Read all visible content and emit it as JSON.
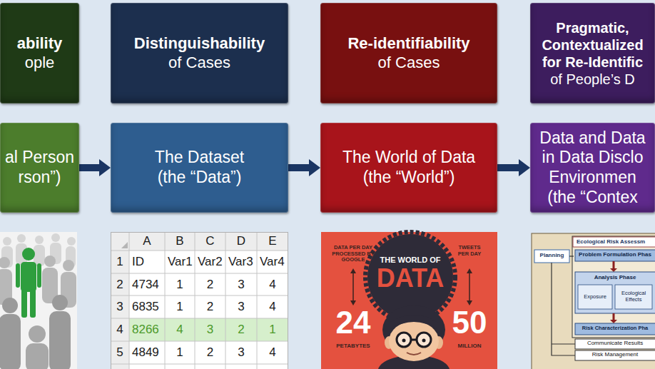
{
  "diagram": {
    "nodes": [
      {
        "text": [
          "ability",
          "ople"
        ]
      },
      {
        "text": [
          "Distinguishability",
          "of Cases"
        ]
      },
      {
        "text": [
          "Re-identifiability",
          "of Cases"
        ]
      },
      {
        "text": [
          "Pragmatic, Contextualized for Re-Identific",
          "of People’s D"
        ]
      },
      {
        "text": [
          "al Person rson”)"
        ]
      },
      {
        "text": [
          "The Dataset (the “Data”)"
        ]
      },
      {
        "text": [
          "The World of Data (the “World”)"
        ]
      },
      {
        "text": [
          "Data and Data in Data Disclo Environmen (the “Contex"
        ]
      }
    ],
    "edges": [
      {
        "from": 4,
        "to": 5,
        "arrow": "to"
      },
      {
        "from": 5,
        "to": 6,
        "arrow": "to"
      },
      {
        "from": 6,
        "to": 7,
        "arrow": "to"
      }
    ],
    "labels": [
      "A",
      "B",
      "C",
      "D",
      "E",
      "1",
      "ID",
      "Var1",
      "Var2",
      "Var3",
      "Var4",
      "2",
      "4734",
      "1",
      "2",
      "3",
      "4",
      "3",
      "6835",
      "1",
      "2",
      "3",
      "4",
      "4",
      "8266",
      "4",
      "3",
      "2",
      "1",
      "5",
      "4849",
      "1",
      "2",
      "3",
      "4",
      "DATA PER DAY PROCESSED BY GOOGLE",
      "THE WORLD OF",
      "DATA",
      "TWEETS PER DAY",
      "24",
      "PETABYTES",
      "50",
      "MILLION",
      "Ecological Risk Assessm",
      "Planning",
      "Problem Formulation Phas",
      "Analysis Phase",
      "Exposure",
      "Ecological Effects",
      "Risk Characterization Pha",
      "Communicate Results",
      "Risk Management"
    ]
  }
}
